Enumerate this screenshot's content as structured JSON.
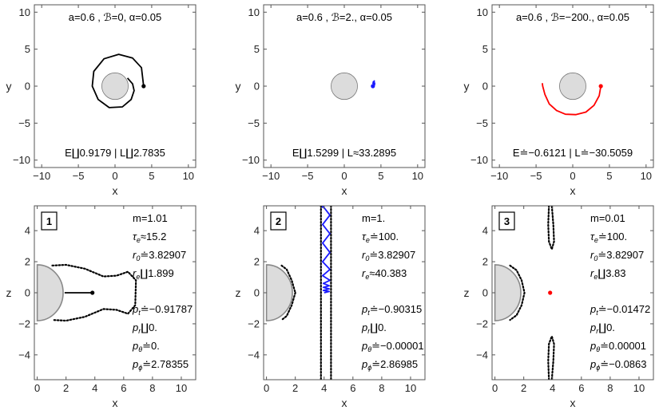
{
  "chart_data": [
    {
      "type": "line",
      "panel": "top-1",
      "title": "a=0.6 , ℬ=0, α=0.05",
      "xlabel": "x",
      "ylabel": "y",
      "xlim": [
        -11,
        11
      ],
      "ylim": [
        -11,
        11
      ],
      "xticks": [
        "−10",
        "−5",
        "0",
        "5",
        "10"
      ],
      "yticks": [
        "10",
        "5",
        "0",
        "−5",
        "−10"
      ],
      "xtick_values": [
        -10,
        -5,
        0,
        5,
        10
      ],
      "ytick_values": [
        10,
        5,
        0,
        -5,
        -10
      ],
      "horizon_radius": 1.8,
      "energy_text": "E∐0.9179 | L∐2.7835",
      "series": [
        {
          "color": "#000000",
          "style": "solid",
          "end_marker": "dot",
          "x": [
            3.9,
            3.6,
            2.4,
            0.5,
            -1.5,
            -2.9,
            -3.1,
            -2.3,
            -0.8,
            1.0,
            2.2,
            2.6,
            2.4,
            1.7
          ],
          "y": [
            0.0,
            2.5,
            3.8,
            4.3,
            3.7,
            2.0,
            0.0,
            -1.8,
            -2.9,
            -2.8,
            -1.8,
            -0.6,
            0.3,
            1.1
          ]
        }
      ]
    },
    {
      "type": "line",
      "panel": "top-2",
      "title": "a=0.6 , ℬ=2., α=0.05",
      "xlabel": "x",
      "ylabel": "y",
      "xlim": [
        -11,
        11
      ],
      "ylim": [
        -11,
        11
      ],
      "xticks": [
        "−10",
        "−5",
        "0",
        "5",
        "10"
      ],
      "yticks": [
        "10",
        "5",
        "0",
        "−5",
        "−10"
      ],
      "xtick_values": [
        -10,
        -5,
        0,
        5,
        10
      ],
      "ytick_values": [
        10,
        5,
        0,
        -5,
        -10
      ],
      "horizon_radius": 1.8,
      "energy_text": "E∐1.5299 | L≈33.2895",
      "series": [
        {
          "color": "#1a1aff",
          "style": "solid",
          "end_marker": "dot",
          "x": [
            3.9,
            4.1,
            3.95,
            4.15,
            3.9,
            4.1,
            3.95,
            4.2
          ],
          "y": [
            0.0,
            0.3,
            0.6,
            0.2,
            0.4,
            0.7,
            0.1,
            0.5
          ]
        }
      ]
    },
    {
      "type": "line",
      "panel": "top-3",
      "title": "a=0.6 , ℬ=−200., α=0.05",
      "xlabel": "x",
      "ylabel": "y",
      "xlim": [
        -11,
        11
      ],
      "ylim": [
        -11,
        11
      ],
      "xticks": [
        "−10",
        "−5",
        "0",
        "5",
        "10"
      ],
      "yticks": [
        "10",
        "5",
        "0",
        "−5",
        "−10"
      ],
      "xtick_values": [
        -10,
        -5,
        0,
        5,
        10
      ],
      "ytick_values": [
        10,
        5,
        0,
        -5,
        -10
      ],
      "horizon_radius": 1.8,
      "energy_text": "E≐−0.6121 | L≐−30.5059",
      "series": [
        {
          "color": "#ff0000",
          "style": "solid",
          "end_marker": "dot",
          "x": [
            3.83,
            3.6,
            2.9,
            1.8,
            0.4,
            -1.0,
            -2.2,
            -3.2,
            -3.8,
            -4.1,
            -4.15
          ],
          "y": [
            0.0,
            -1.3,
            -2.6,
            -3.5,
            -3.85,
            -3.8,
            -3.3,
            -2.4,
            -1.1,
            0.0,
            0.4
          ]
        }
      ]
    },
    {
      "type": "line",
      "panel": "bottom-1",
      "xlabel": "x",
      "ylabel": "z",
      "xlim": [
        -0.2,
        11
      ],
      "ylim": [
        -5.6,
        5.6
      ],
      "xticks": [
        "0",
        "2",
        "4",
        "6",
        "8",
        "10"
      ],
      "yticks": [
        "4",
        "2",
        "0",
        "−2",
        "−4"
      ],
      "xtick_values": [
        0,
        2,
        4,
        6,
        8,
        10
      ],
      "ytick_values": [
        4,
        2,
        0,
        -2,
        -4
      ],
      "horizon_radius": 1.8,
      "label": "1",
      "label_color": "#000000",
      "params": [
        "m=1.01",
        "τe≈15.2",
        "r0≐3.82907",
        "re∐1.899"
      ],
      "momenta": [
        "pt≐−0.91787",
        "pr∐0.",
        "pθ≐0.",
        "pϕ≐2.78355"
      ],
      "series": [
        {
          "color": "#000000",
          "style": "solid",
          "end_marker": "dot",
          "x": [
            1.9,
            3.83
          ],
          "y": [
            0.0,
            0.0
          ]
        },
        {
          "color": "#000000",
          "style": "dotted",
          "x": [
            1.05,
            2.0,
            3.3,
            4.6,
            5.5,
            6.3,
            6.85,
            6.8,
            6.3,
            5.5,
            4.6,
            3.3,
            2.0,
            1.05
          ],
          "y": [
            1.75,
            1.8,
            1.55,
            1.05,
            1.1,
            1.35,
            0.8,
            -0.8,
            -1.35,
            -1.1,
            -1.05,
            -1.55,
            -1.8,
            -1.75
          ]
        }
      ]
    },
    {
      "type": "line",
      "panel": "bottom-2",
      "xlabel": "x",
      "ylabel": "z",
      "xlim": [
        -0.2,
        11
      ],
      "ylim": [
        -5.6,
        5.6
      ],
      "xticks": [
        "0",
        "2",
        "4",
        "6",
        "8",
        "10"
      ],
      "yticks": [
        "4",
        "2",
        "0",
        "−2",
        "−4"
      ],
      "xtick_values": [
        0,
        2,
        4,
        6,
        8,
        10
      ],
      "ytick_values": [
        4,
        2,
        0,
        -2,
        -4
      ],
      "horizon_radius": 1.8,
      "label": "2",
      "label_color": "#1a1aff",
      "params": [
        "m=1.",
        "τe≐100.",
        "r0≐3.82907",
        "re≈40.383"
      ],
      "momenta": [
        "pt≐−0.90315",
        "pr∐0.",
        "pθ≐−0.00001",
        "pϕ≐2.86985"
      ],
      "series": [
        {
          "color": "#1a1aff",
          "style": "solid",
          "end_marker": "dot",
          "x": [
            3.9,
            4.4,
            3.9,
            4.4,
            3.9,
            4.4,
            3.9,
            4.4,
            3.9,
            4.4,
            3.95,
            4.35,
            3.95,
            4.35,
            3.95,
            4.35,
            4.0
          ],
          "y": [
            5.6,
            5.0,
            4.4,
            3.8,
            3.2,
            2.6,
            2.0,
            1.5,
            1.1,
            0.8,
            0.6,
            0.45,
            0.35,
            0.25,
            0.15,
            0.08,
            0.0
          ]
        },
        {
          "color": "#000000",
          "style": "dotted",
          "x": [
            3.78,
            3.78
          ],
          "y": [
            5.6,
            -5.6
          ]
        },
        {
          "color": "#000000",
          "style": "dotted",
          "x": [
            4.48,
            4.48
          ],
          "y": [
            5.6,
            -5.6
          ]
        },
        {
          "color": "#000000",
          "style": "dotted",
          "x": [
            1.05,
            1.4,
            1.75,
            2.0
          ],
          "y": [
            1.75,
            1.5,
            0.8,
            0.0
          ]
        },
        {
          "color": "#000000",
          "style": "dotted",
          "x": [
            2.0,
            1.75,
            1.4,
            1.05
          ],
          "y": [
            0.0,
            -0.8,
            -1.5,
            -1.75
          ]
        }
      ]
    },
    {
      "type": "line",
      "panel": "bottom-3",
      "xlabel": "x",
      "ylabel": "z",
      "xlim": [
        -0.2,
        11
      ],
      "ylim": [
        -5.6,
        5.6
      ],
      "xticks": [
        "0",
        "2",
        "4",
        "6",
        "8",
        "10"
      ],
      "yticks": [
        "4",
        "2",
        "0",
        "−2",
        "−4"
      ],
      "xtick_values": [
        0,
        2,
        4,
        6,
        8,
        10
      ],
      "ytick_values": [
        4,
        2,
        0,
        -2,
        -4
      ],
      "horizon_radius": 1.8,
      "label": "3",
      "label_color": "#ff0000",
      "params": [
        "m=0.01",
        "τe≐100.",
        "r0≐3.82907",
        "re∐3.83"
      ],
      "momenta": [
        "pt≐−0.01472",
        "pr∐0.",
        "pθ≐0.00001",
        "pϕ≐−0.0863"
      ],
      "series": [
        {
          "color": "#ff0000",
          "style": "solid",
          "end_marker": "dot",
          "x": [
            3.83
          ],
          "y": [
            0.0
          ]
        },
        {
          "color": "#000000",
          "style": "dotted",
          "x": [
            3.75,
            3.7,
            3.75,
            3.95,
            4.1,
            4.05,
            3.95
          ],
          "y": [
            5.6,
            4.4,
            3.3,
            2.8,
            3.3,
            4.4,
            5.6
          ]
        },
        {
          "color": "#000000",
          "style": "dotted",
          "x": [
            3.75,
            3.7,
            3.75,
            3.95,
            4.1,
            4.05,
            3.95
          ],
          "y": [
            -5.6,
            -4.4,
            -3.3,
            -2.8,
            -3.3,
            -4.4,
            -5.6
          ]
        },
        {
          "color": "#000000",
          "style": "dotted",
          "x": [
            1.05,
            1.5,
            1.85,
            2.05,
            1.85,
            1.5,
            1.05
          ],
          "y": [
            1.75,
            1.45,
            0.8,
            0.0,
            -0.8,
            -1.45,
            -1.75
          ]
        }
      ]
    }
  ]
}
